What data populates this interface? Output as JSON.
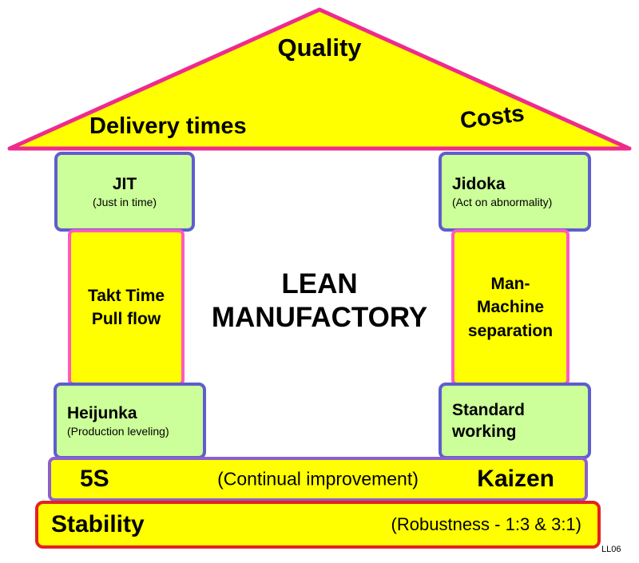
{
  "roof": {
    "quality": "Quality",
    "delivery_times": "Delivery times",
    "costs": "Costs"
  },
  "center": {
    "line1": "LEAN",
    "line2": "MANUFACTORY"
  },
  "left_pillar": {
    "jit": {
      "title": "JIT",
      "subtitle": "(Just in time)"
    },
    "takt": {
      "line1": "Takt Time",
      "line2": "Pull flow"
    },
    "heijunka": {
      "title": "Heijunka",
      "subtitle": "(Production leveling)"
    }
  },
  "right_pillar": {
    "jidoka": {
      "title": "Jidoka",
      "subtitle": "(Act on abnormality)"
    },
    "man_machine": {
      "line1": "Man-",
      "line2": "Machine",
      "line3": "separation"
    },
    "standard": {
      "line1": "Standard",
      "line2": "working"
    }
  },
  "improvement_bar": {
    "left": "5S",
    "center": "(Continual improvement)",
    "right": "Kaizen"
  },
  "stability_bar": {
    "left": "Stability",
    "right": "(Robustness - 1:3 & 3:1)"
  },
  "watermark": "LL06",
  "colors": {
    "yellow": "#ffff00",
    "light_green": "#ccff99",
    "roof_border": "#ee2b8c",
    "yellow_box_border": "#ff5abe",
    "green_box_border": "#5e5ecd",
    "improvement_border": "#8c5fd0",
    "stability_border": "#e32222",
    "text": "#000000"
  }
}
